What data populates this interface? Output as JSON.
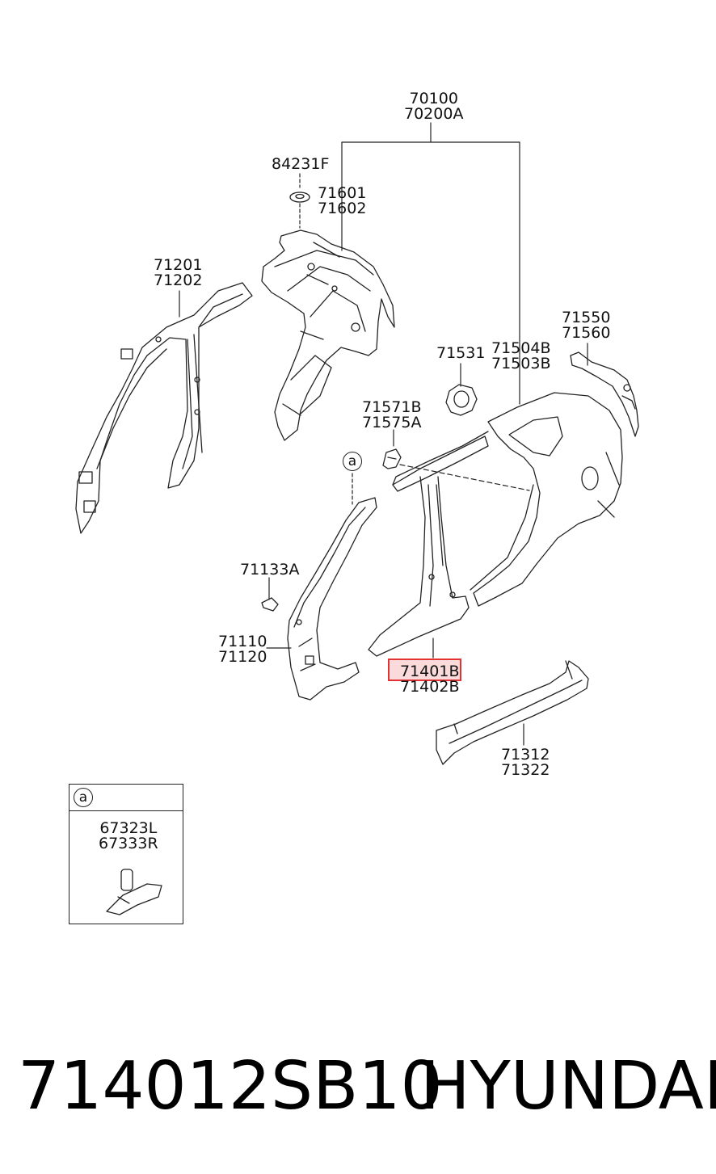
{
  "callouts": {
    "c70100": [
      "70100",
      "70200A"
    ],
    "c84231": [
      "84231F"
    ],
    "c71601": [
      "71601",
      "71602"
    ],
    "c71201": [
      "71201",
      "71202"
    ],
    "c71550": [
      "71550",
      "71560"
    ],
    "c71531": [
      "71531"
    ],
    "c71504": [
      "71504B",
      "71503B"
    ],
    "c71571": [
      "71571B",
      "71575A"
    ],
    "c71133": [
      "71133A"
    ],
    "c71110": [
      "71110",
      "71120"
    ],
    "c71401": [
      "71401B",
      "71402B"
    ],
    "c71312": [
      "71312",
      "71322"
    ],
    "c67323": [
      "67323L",
      "67333R"
    ]
  },
  "detail_marker": "a",
  "inset_marker": "a",
  "footer": {
    "part_number": "714012SB10",
    "brand": "HYUNDAI"
  },
  "colors": {
    "line": "#222222",
    "highlight_border": "#e23232",
    "highlight_fill": "#f5b0b0"
  },
  "icons": [
    "detail-circle-a",
    "fastener-bolt-icon"
  ]
}
